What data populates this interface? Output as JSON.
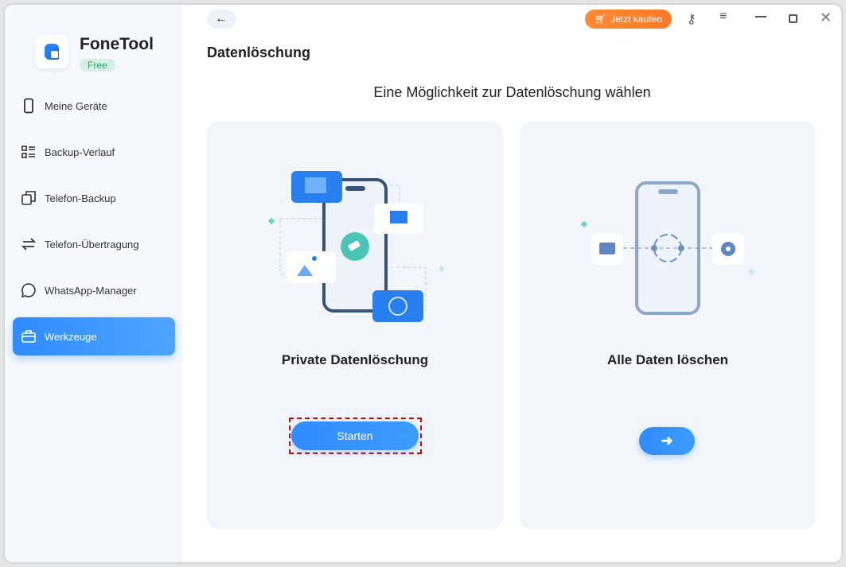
{
  "app": {
    "name": "FoneTool",
    "edition": "Free"
  },
  "sidebar": {
    "items": [
      {
        "label": "Meine Geräte",
        "icon": "phone-icon"
      },
      {
        "label": "Backup-Verlauf",
        "icon": "list-icon"
      },
      {
        "label": "Telefon-Backup",
        "icon": "copy-icon"
      },
      {
        "label": "Telefon-Übertragung",
        "icon": "transfer-icon"
      },
      {
        "label": "WhatsApp-Manager",
        "icon": "chat-icon"
      },
      {
        "label": "Werkzeuge",
        "icon": "toolbox-icon",
        "active": true
      }
    ]
  },
  "topbar": {
    "buy_label": "Jetzt kaufen"
  },
  "main": {
    "title": "Datenlöschung",
    "subtitle": "Eine Möglichkeit zur Datenlöschung wählen",
    "cards": [
      {
        "title": "Private Datenlöschung",
        "button": "Starten"
      },
      {
        "title": "Alle Daten löschen"
      }
    ]
  },
  "colors": {
    "accent": "#2f8bff",
    "buy": "#ff7f2e",
    "highlight": "#e00000"
  }
}
